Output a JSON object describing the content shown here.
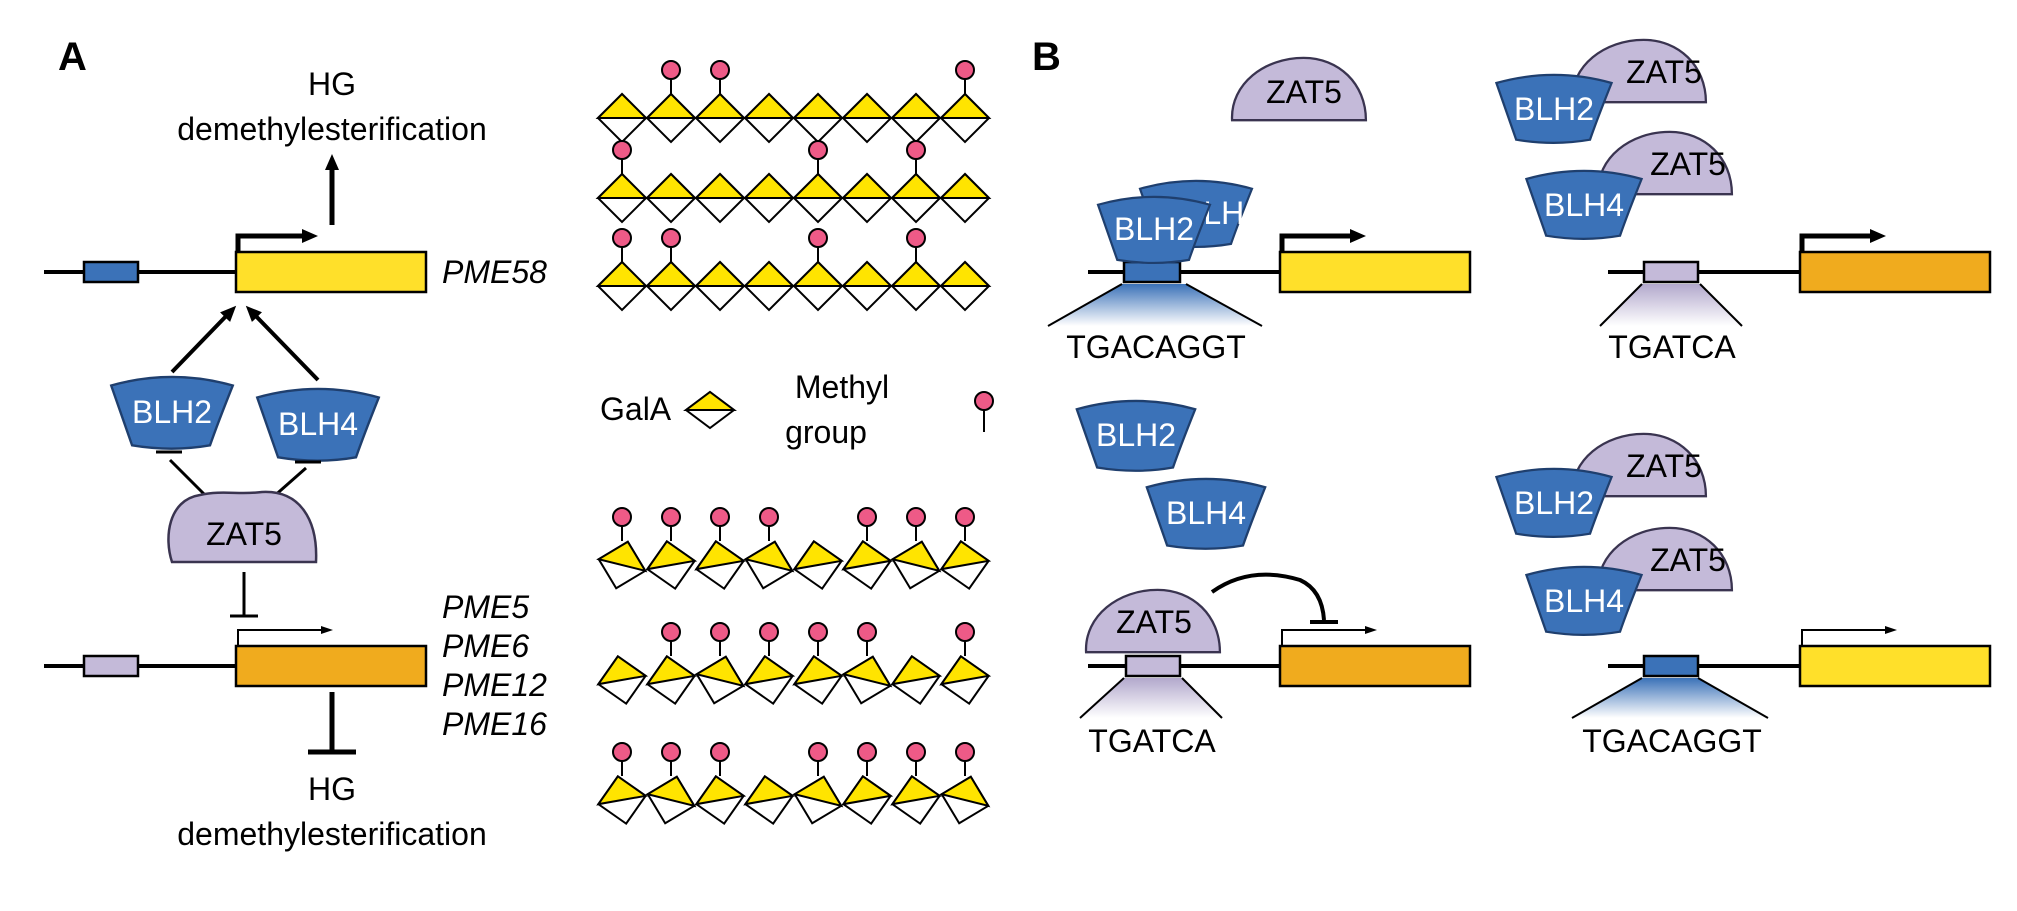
{
  "panels": {
    "a": "A",
    "b": "B"
  },
  "colors": {
    "blh": "#3b72b8",
    "blh_dark": "#1f3f6e",
    "zat": "#c4bad9",
    "zat_dark": "#3a3450",
    "gene_yellow": "#ffe02a",
    "gene_orange": "#f0ab1e",
    "gala": "#ffe400",
    "methyl": "#ee5a87"
  },
  "panel_a": {
    "top_output": {
      "line1": "HG",
      "line2": "demethylesterification"
    },
    "top_gene": "PME58",
    "blh2": "BLH2",
    "blh4": "BLH4",
    "zat5": "ZAT5",
    "bottom_genes": [
      "PME5",
      "PME6",
      "PME12",
      "PME16"
    ],
    "bottom_output": {
      "line1": "HG",
      "line2": "demethylesterification"
    },
    "legend": {
      "gala": "GalA",
      "methyl_line1": "Methyl",
      "methyl_line2": "group"
    },
    "pectin_top": [
      [
        1,
        2,
        7
      ],
      [
        0,
        4,
        6
      ],
      [
        0,
        1,
        4,
        6
      ]
    ],
    "pectin_bottom": [
      [
        0,
        1,
        2,
        3,
        5,
        6,
        7
      ],
      [
        1,
        2,
        3,
        4,
        5,
        7
      ],
      [
        0,
        1,
        2,
        4,
        5,
        6,
        7
      ]
    ]
  },
  "panel_b": {
    "q1": {
      "free_tf": "ZAT5",
      "bound_back": "BLH4",
      "bound_front": "BLH2",
      "motif": "TGACAGGT"
    },
    "q2": {
      "zat_a": "ZAT5",
      "blh_a": "BLH2",
      "zat_b": "ZAT5",
      "blh_b": "BLH4",
      "motif": "TGATCA"
    },
    "q3": {
      "blh_a": "BLH2",
      "blh_b": "BLH4",
      "bound": "ZAT5",
      "motif": "TGATCA"
    },
    "q4": {
      "zat_a": "ZAT5",
      "blh_a": "BLH2",
      "zat_b": "ZAT5",
      "blh_b": "BLH4",
      "motif": "TGACAGGT"
    }
  }
}
